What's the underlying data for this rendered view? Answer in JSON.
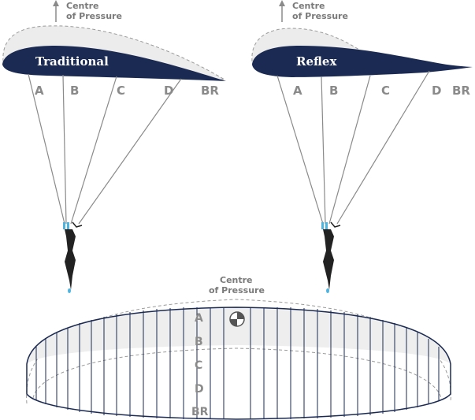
{
  "colors": {
    "navy": "#1b2a52",
    "line_grey": "#8a8a8a",
    "label_grey": "#8a8a8a",
    "canopy_fill": "#eeeeee",
    "riser_blue": "#4fb3e0",
    "pilot": "#222222"
  },
  "icons": {
    "arrow": "up-arrow",
    "cp_marker": "centre-of-pressure-marker"
  },
  "traditional": {
    "title": "Traditional",
    "cp_line1": "Centre",
    "cp_line2": "of Pressure",
    "line_labels": [
      "A",
      "B",
      "C",
      "D",
      "BR"
    ]
  },
  "reflex": {
    "title": "Reflex",
    "cp_line1": "Centre",
    "cp_line2": "of Pressure",
    "line_labels": [
      "A",
      "B",
      "C",
      "D",
      "BR"
    ]
  },
  "planform": {
    "cp_line1": "Centre",
    "cp_line2": "of Pressure",
    "row_labels": [
      "A",
      "B",
      "C",
      "D",
      "BR"
    ]
  }
}
